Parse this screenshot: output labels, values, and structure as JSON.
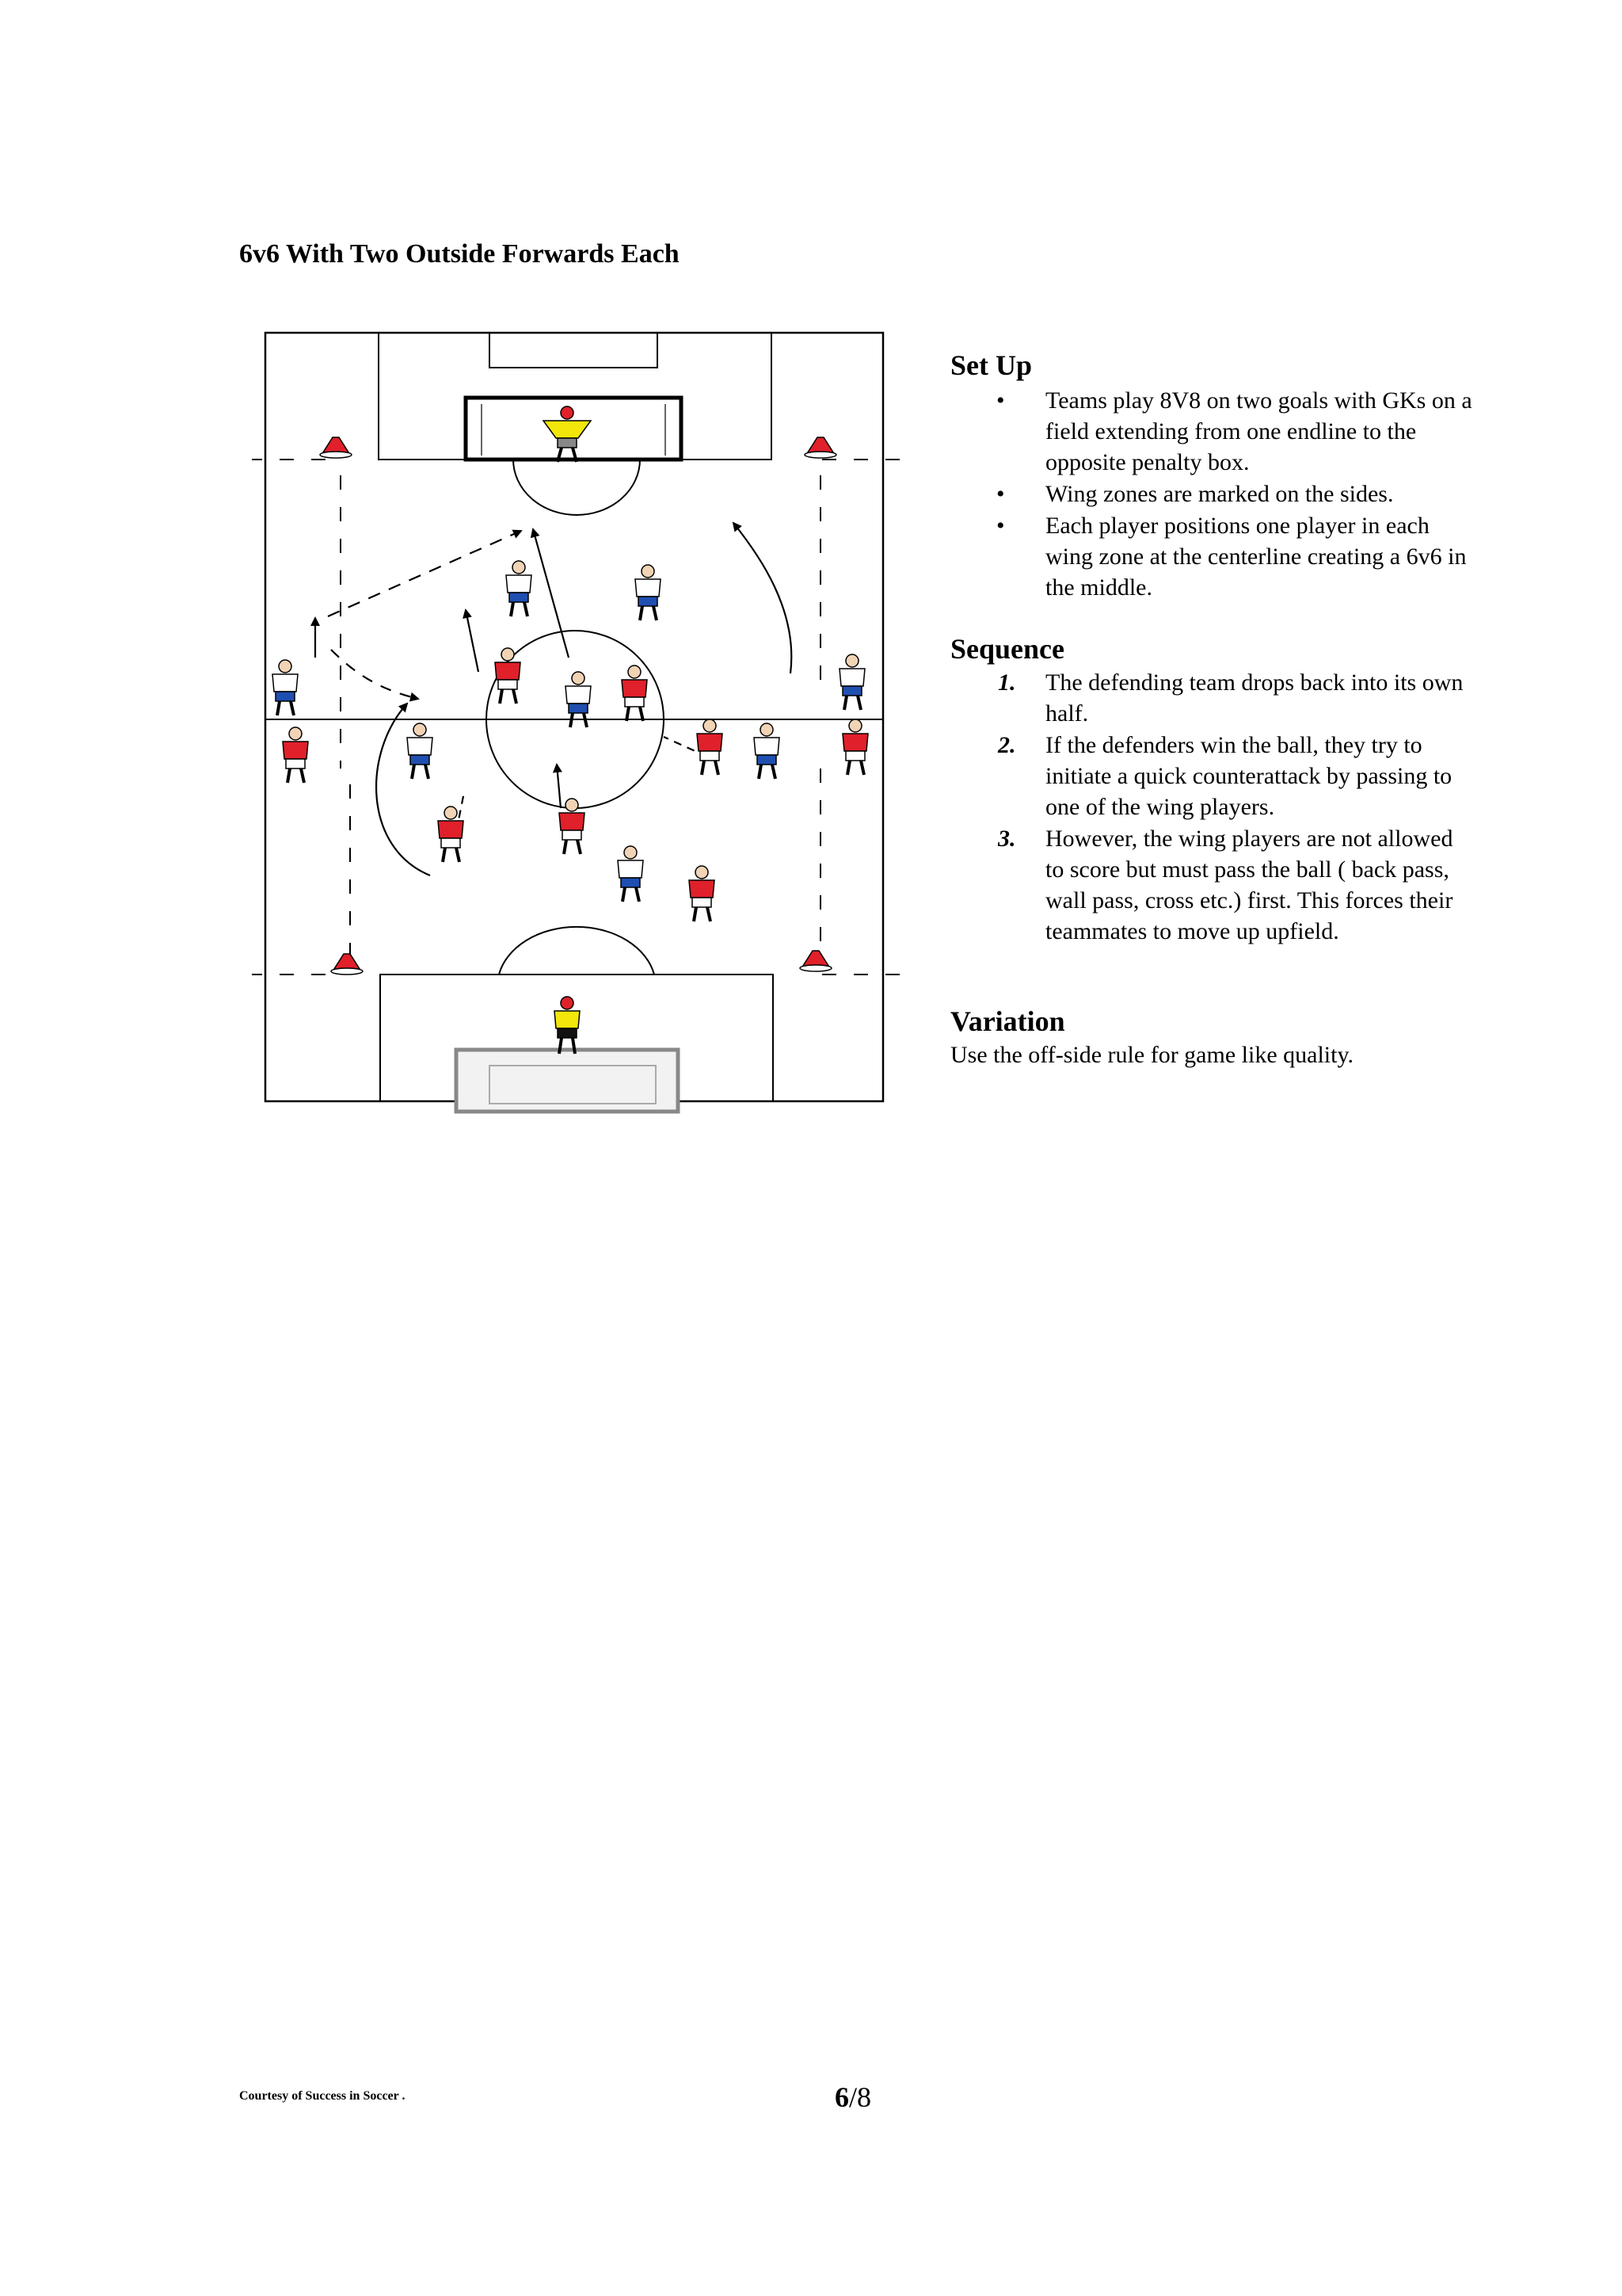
{
  "title": "6v6 With Two Outside Forwards Each",
  "setup": {
    "heading": "Set Up",
    "items": [
      "Teams play 8V8 on two goals with GKs on a field extending from one endline to the opposite penalty box.",
      "Wing zones are marked on the sides.",
      "Each player positions  one player in each wing zone at the centerline creating a 6v6 in the middle."
    ]
  },
  "sequence": {
    "heading": "Sequence",
    "items": [
      {
        "num": "1.",
        "text": "The defending team drops back into its own half."
      },
      {
        "num": "2.",
        "text": "If the defenders win the ball, they try to initiate a quick counterattack by passing to one of the wing players."
      },
      {
        "num": "3.",
        "text": "However, the wing players are not allowed to score but must pass the ball ( back pass, wall pass, cross etc.) first. This forces their teammates to move up upfield."
      }
    ]
  },
  "variation": {
    "heading": "Variation",
    "text": "Use the off-side rule for game like quality."
  },
  "footer": {
    "credit": "Courtesy of Success in Soccer .",
    "page_current": "6",
    "page_total": "/8"
  },
  "colors": {
    "team_red": "#e0202a",
    "team_white_shorts": "#1f4fb0",
    "goalkeeper": "#f3e60a",
    "cone": "#e0202a"
  }
}
